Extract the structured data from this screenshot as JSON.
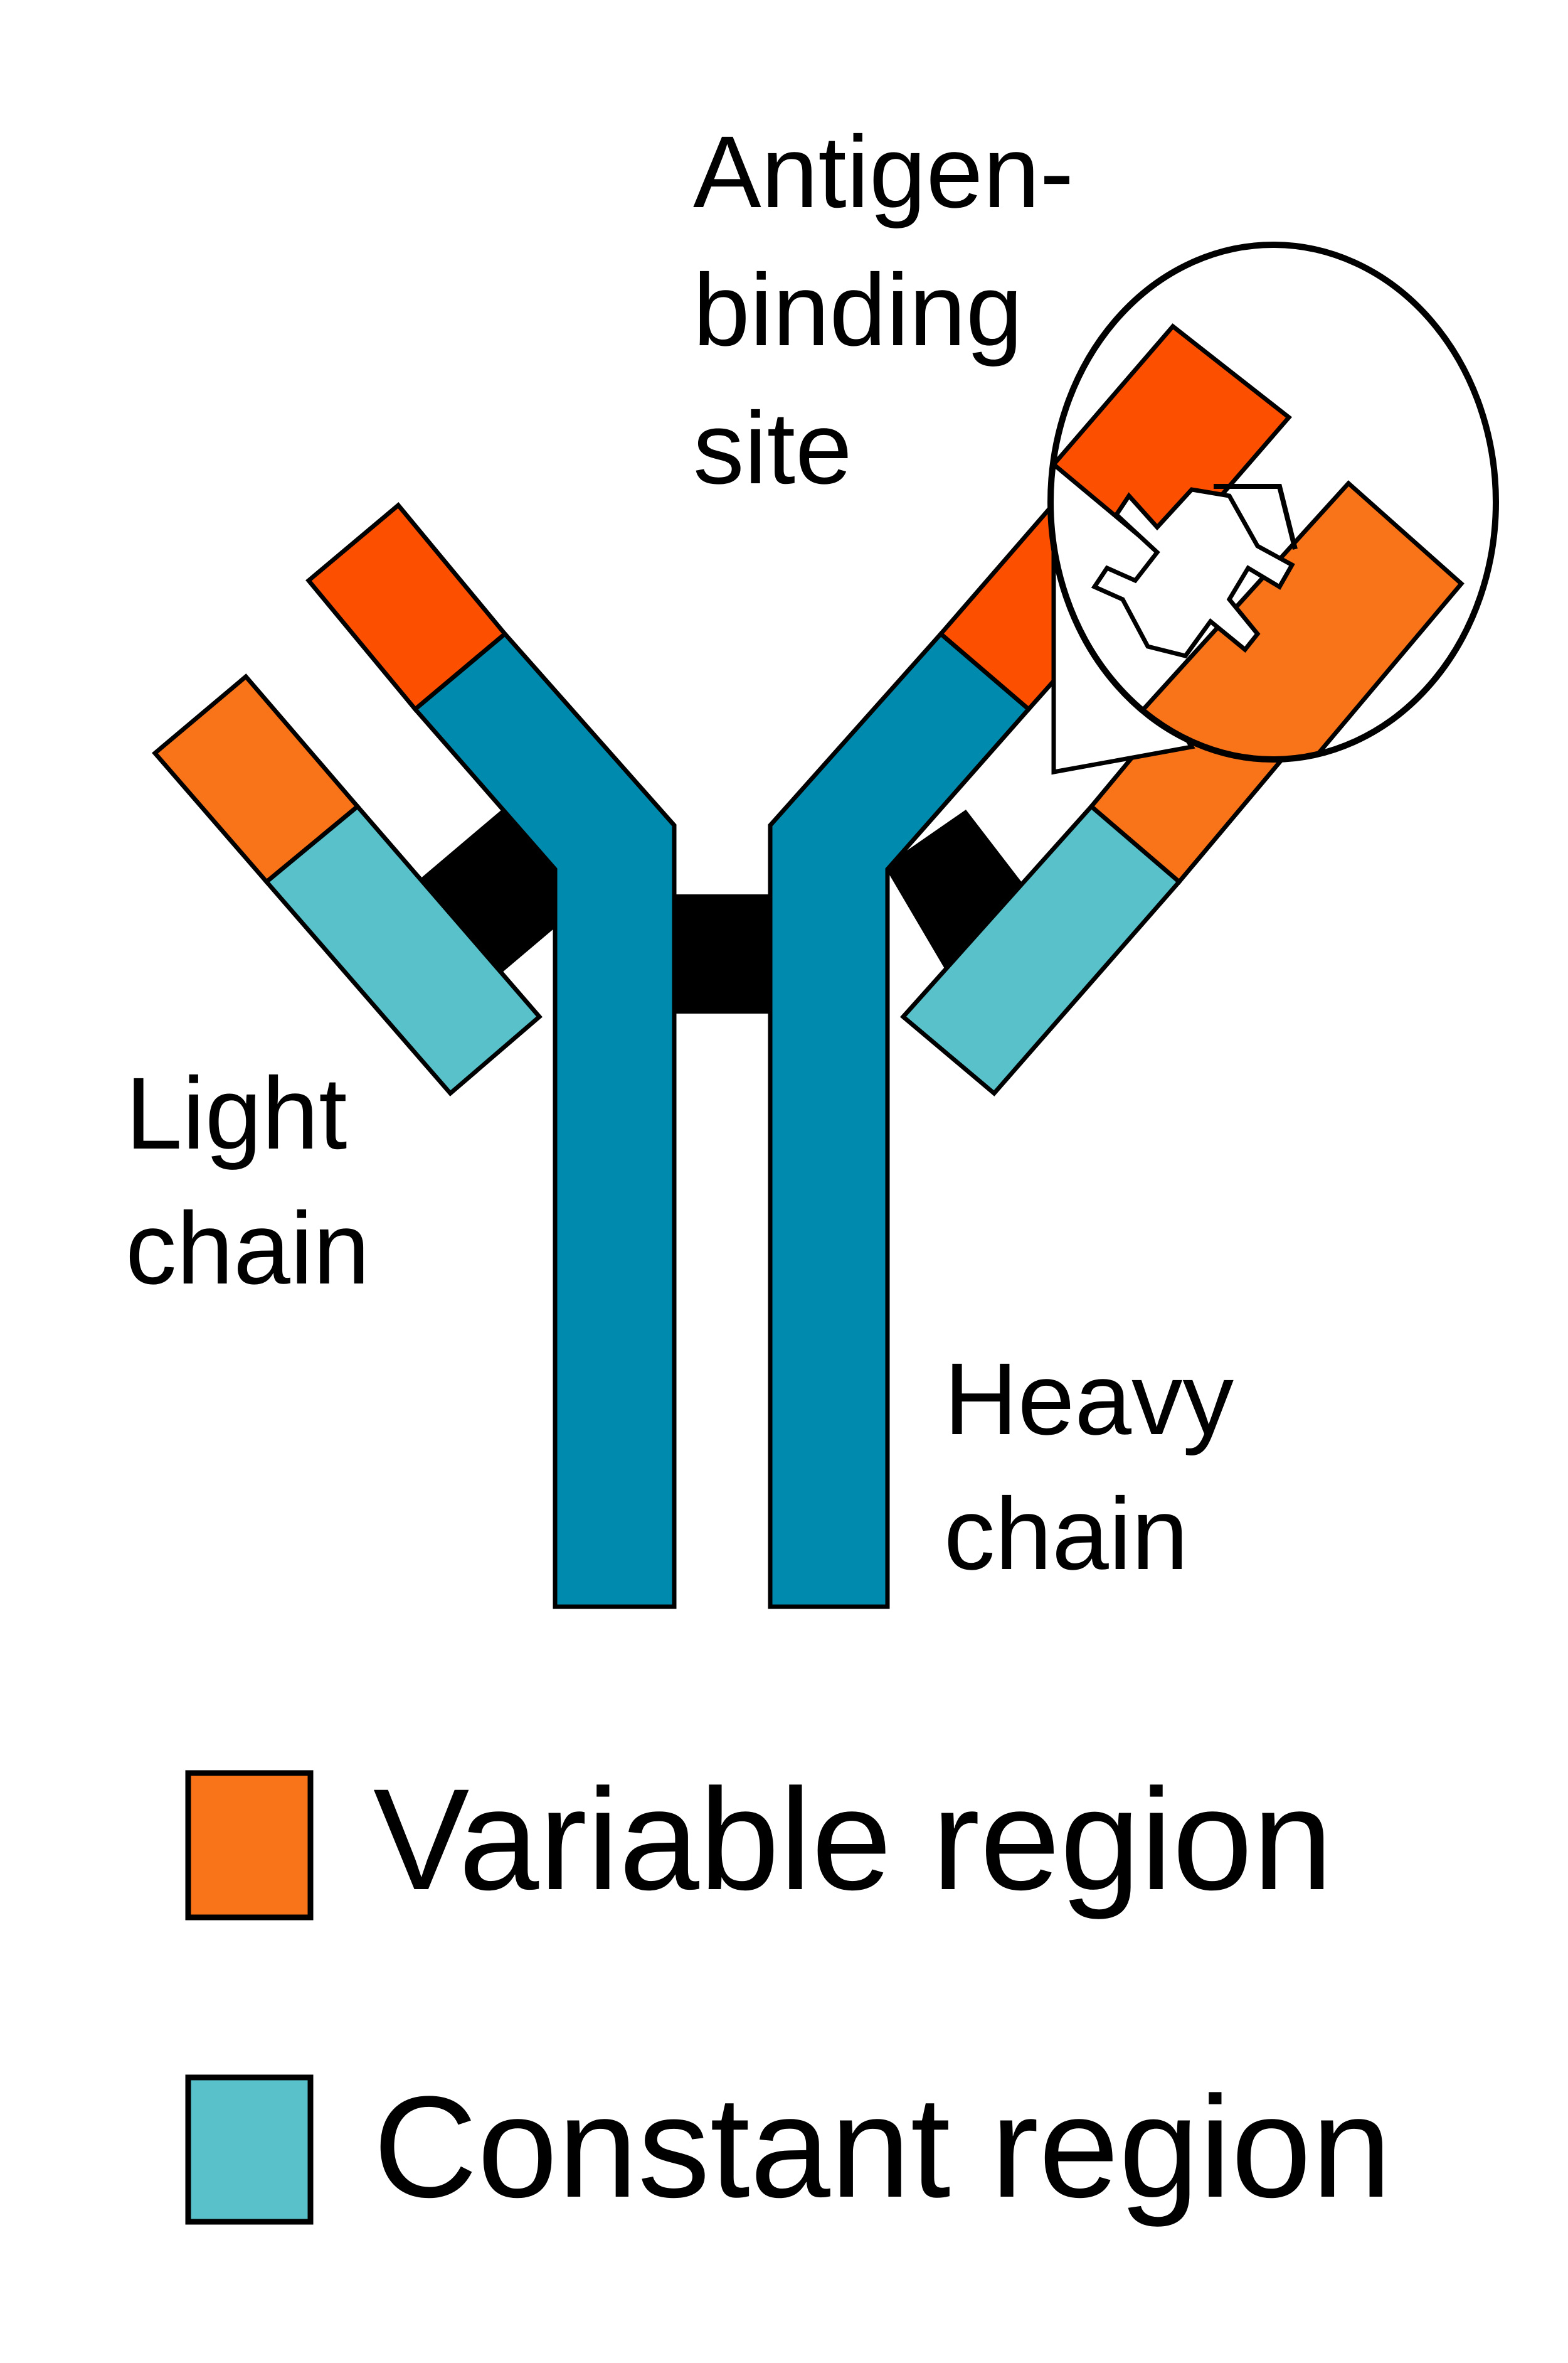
{
  "labels": {
    "antigen_binding_site": [
      "Antigen-",
      "binding",
      "site"
    ],
    "light_chain": [
      "Light",
      "chain"
    ],
    "heavy_chain": [
      "Heavy",
      "chain"
    ]
  },
  "legend": [
    {
      "label": "Variable region",
      "color": "#f97318"
    },
    {
      "label": "Constant region",
      "color": "#58c1c9"
    }
  ],
  "colors": {
    "variable_light": "#f97318",
    "variable_heavy": "#fc5000",
    "constant_light": "#58c1c9",
    "constant_heavy": "#008aad",
    "disulfide_bond": "#000000",
    "outline": "#000000",
    "background": "#ffffff"
  }
}
